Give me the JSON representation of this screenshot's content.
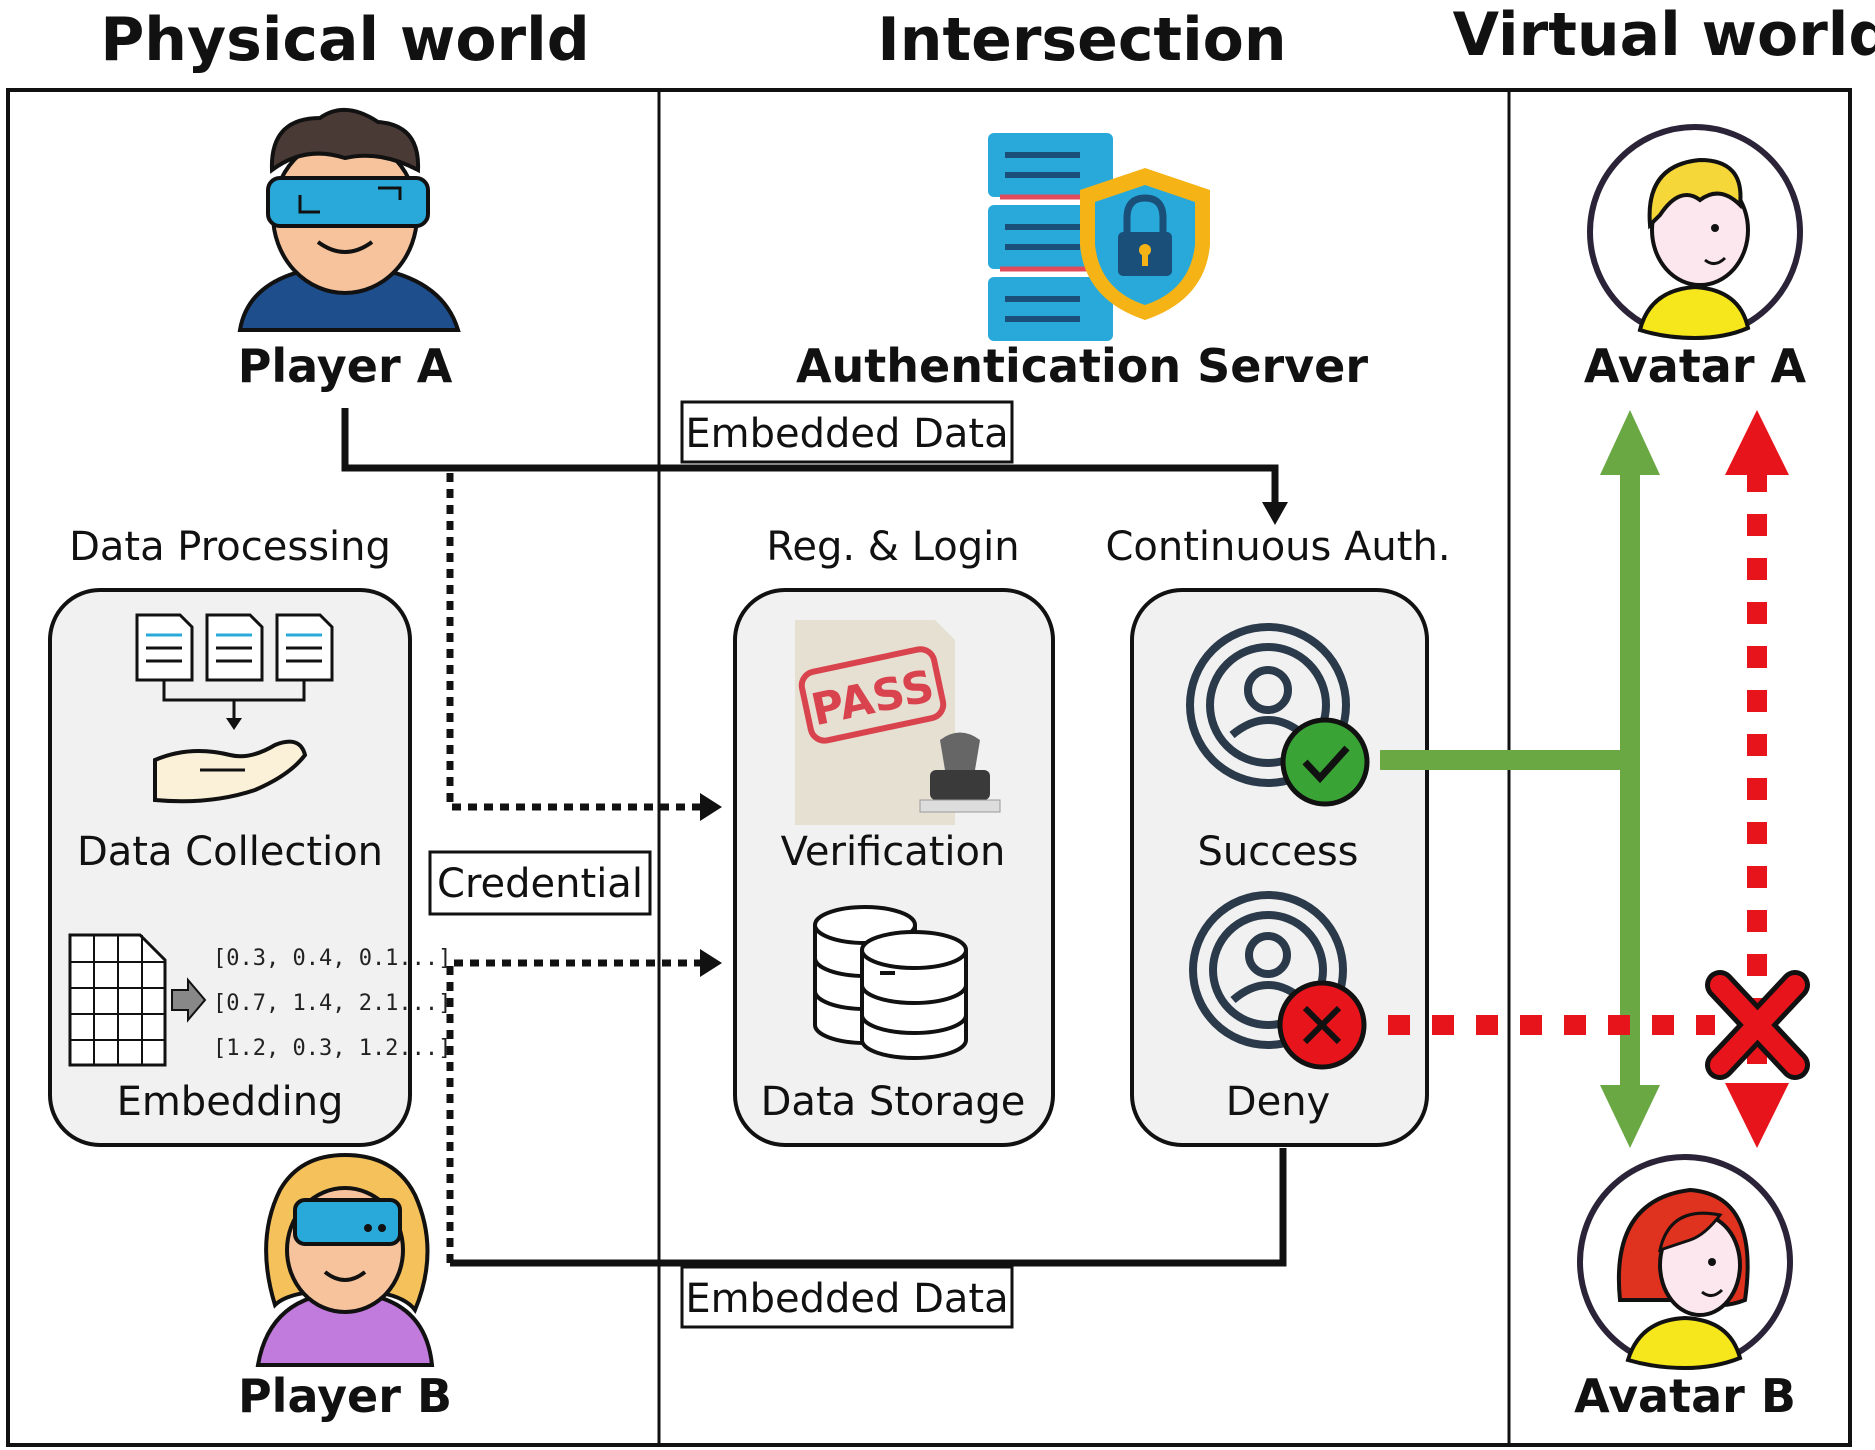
{
  "sections": {
    "physical": "Physical world",
    "intersection": "Intersection",
    "virtual": "Virtual world"
  },
  "players": {
    "a": "Player A",
    "b": "Player B"
  },
  "avatars": {
    "a": "Avatar A",
    "b": "Avatar B"
  },
  "server": {
    "title": "Authentication Server"
  },
  "data_processing": {
    "title": "Data Processing",
    "collection": "Data Collection",
    "embedding": "Embedding",
    "vectors": [
      "[0.3, 0.4, 0.1...]",
      "[0.7, 1.4, 2.1...]",
      "[1.2, 0.3, 1.2...]"
    ]
  },
  "reg_login": {
    "title": "Reg. & Login",
    "verification": "Verification",
    "stamp_text": "PASS",
    "storage": "Data Storage"
  },
  "continuous": {
    "title": "Continuous Auth.",
    "success": "Success",
    "deny": "Deny"
  },
  "flow_labels": {
    "embedded_top": "Embedded Data",
    "credential": "Credential",
    "embedded_bottom": "Embedded Data"
  },
  "colors": {
    "success_green": "#6aa843",
    "deny_red": "#e8141b",
    "screen_blue": "#29a9d9",
    "shield_yellow": "#f5b316",
    "box_fill": "#f1f1f1"
  }
}
